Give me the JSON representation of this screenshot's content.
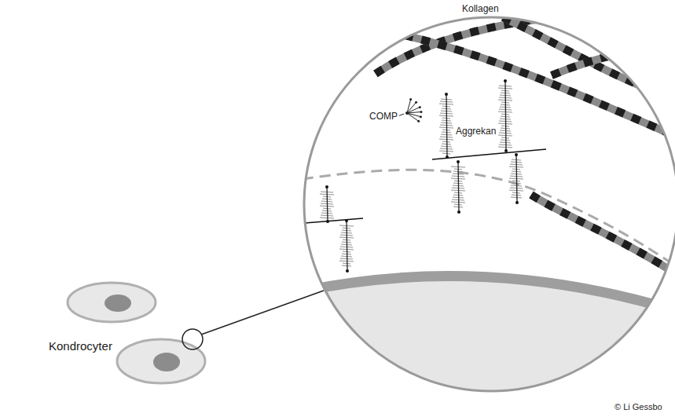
{
  "diagram": {
    "labels": [
      "Kollagen",
      "COMP",
      "Aggrekan",
      "Kondrocyter",
      "© Li Gessbo"
    ]
  }
}
